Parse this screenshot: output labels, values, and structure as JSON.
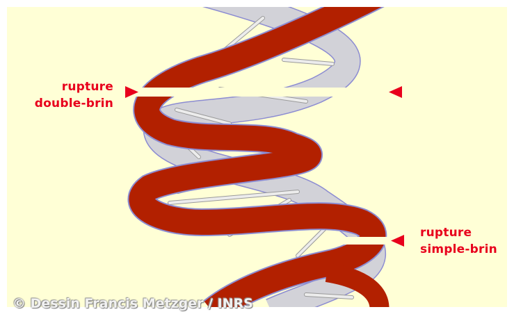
{
  "labels": {
    "double_strand": {
      "line1": "rupture",
      "line2": "double-brin"
    },
    "single_strand": {
      "line1": "rupture",
      "line2": "simple-brin"
    }
  },
  "credit": "© Dessin Francis Metzger / INRS",
  "colors": {
    "background": "#ffffd6",
    "strand_front": "#b22000",
    "strand_back": "#d2d2d8",
    "strand_edge": "#8c8cd2",
    "rung": "#e4e4e4",
    "arrow": "#e8001c",
    "label_text": "#e8001c"
  }
}
